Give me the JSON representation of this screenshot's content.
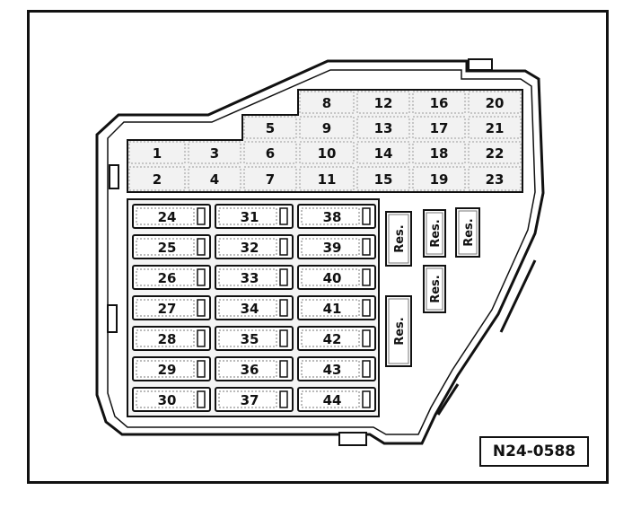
{
  "diagram": {
    "reference_code": "N24-0588",
    "upper_fuses": [
      "1",
      "2",
      "3",
      "4",
      "5",
      "6",
      "7",
      "8",
      "9",
      "10",
      "11",
      "12",
      "13",
      "14",
      "15",
      "16",
      "17",
      "18",
      "19",
      "20",
      "21",
      "22",
      "23"
    ],
    "lower_fuses": [
      "24",
      "25",
      "26",
      "27",
      "28",
      "29",
      "30",
      "31",
      "32",
      "33",
      "34",
      "35",
      "36",
      "37",
      "38",
      "39",
      "40",
      "41",
      "42",
      "43",
      "44"
    ],
    "reserve_label": "Res."
  }
}
